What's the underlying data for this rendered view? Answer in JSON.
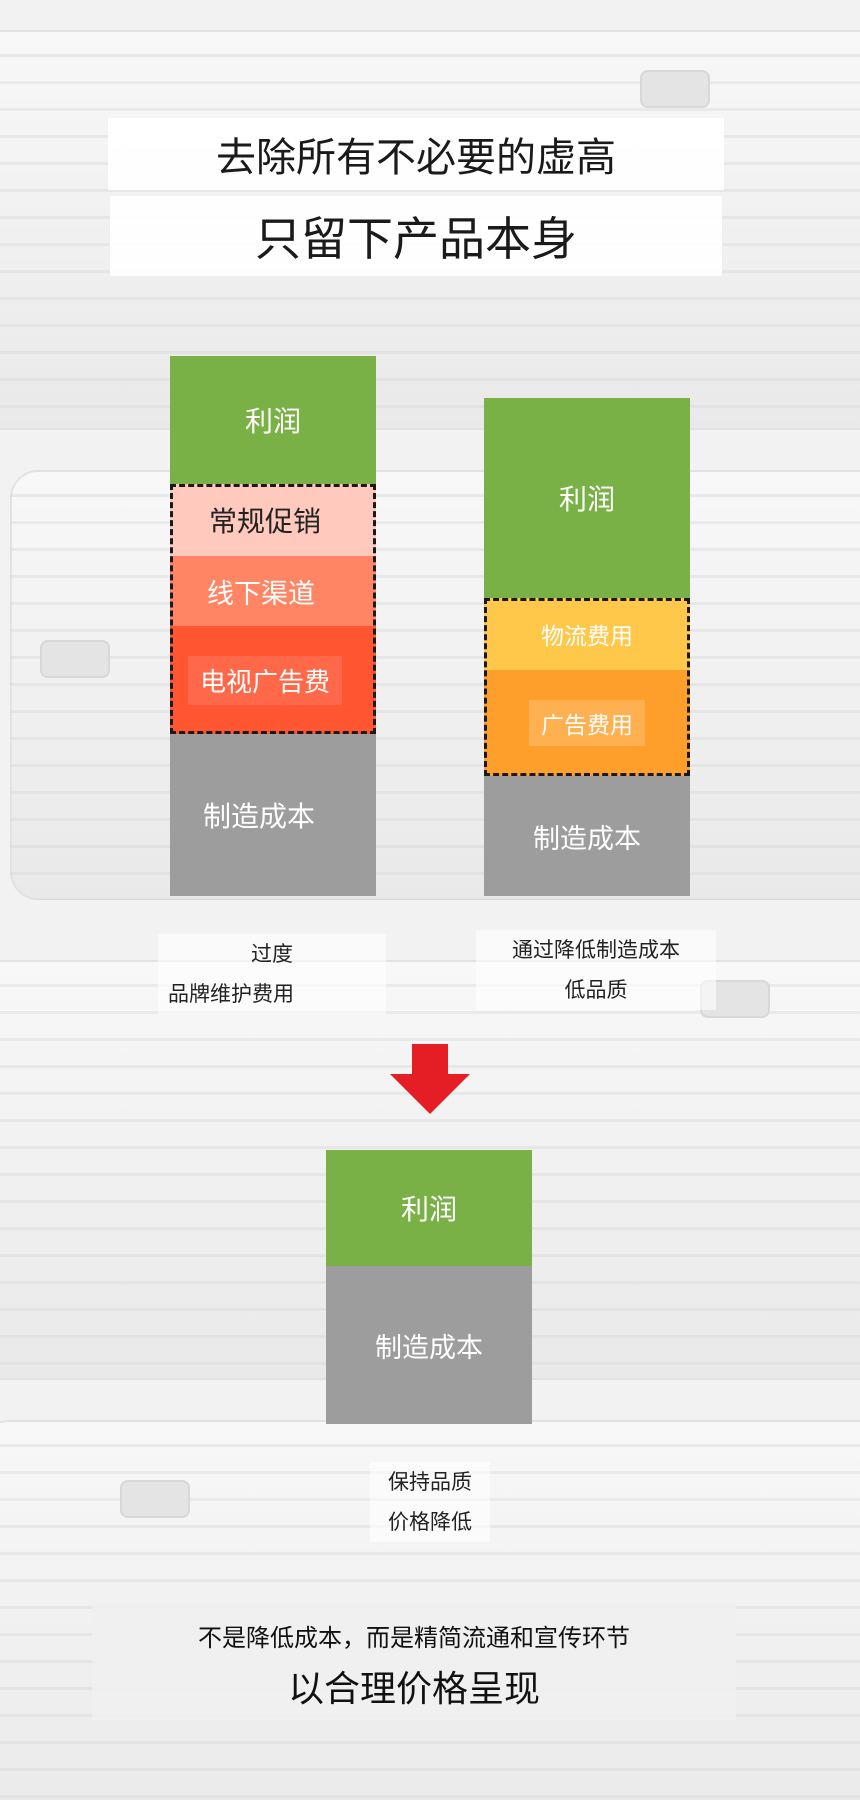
{
  "title_line1": "去除所有不必要的虚高",
  "title_line2": "只留下产品本身",
  "left_column": {
    "segments": [
      "利润",
      "常规促销",
      "线下渠道",
      "电视广告费",
      "制造成本"
    ],
    "caption": [
      "过度",
      "品牌维护费用"
    ]
  },
  "right_column": {
    "segments": [
      "利润",
      "物流费用",
      "广告费用",
      "制造成本"
    ],
    "caption": [
      "通过降低制造成本",
      "低品质"
    ]
  },
  "center_column": {
    "segments": [
      "利润",
      "制造成本"
    ],
    "caption": [
      "保持品质",
      "价格降低"
    ]
  },
  "bottom_line1": "不是降低成本，而是精简流通和宣传环节",
  "bottom_line2": "以合理价格呈现",
  "colors": {
    "profit": "#7ab147",
    "manufacturing": "#9d9d9d",
    "promo": "#ffc9bd",
    "offline": "#ff8564",
    "tv_ad": "#ff5531",
    "logistics": "#ffc84b",
    "ad": "#ff9f2b",
    "arrow": "#e51e25"
  }
}
